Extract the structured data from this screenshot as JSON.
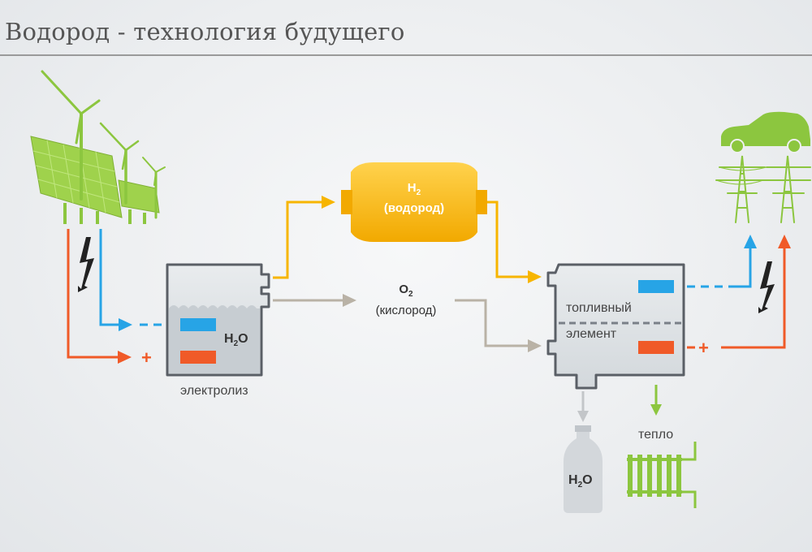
{
  "title": "Водород - технология будущего",
  "labels": {
    "electrolysis": "электролиз",
    "electrolyzer_water": "H2O",
    "hydrogen_symbol": "H2",
    "hydrogen_name": "(водород)",
    "oxygen_symbol": "O2",
    "oxygen_name": "(кислород)",
    "fuel_cell_line1": "топливный",
    "fuel_cell_line2": "элемент",
    "bottle_water": "H2O",
    "heat": "тепло",
    "plus_left": "+",
    "plus_right": "+"
  },
  "colors": {
    "red_flow": "#f05a28",
    "blue_flow": "#27a4e6",
    "hydrogen": "#f7b500",
    "oxygen": "#b9b2a6",
    "green": "#8cc63f",
    "box_fill": "#dfe3e6",
    "box_stroke": "#5a5f66"
  },
  "icons": [
    "wind-turbine-icon",
    "solar-panel-icon",
    "lightning-icon",
    "car-icon",
    "power-tower-icon",
    "water-bottle-icon",
    "radiator-icon"
  ]
}
